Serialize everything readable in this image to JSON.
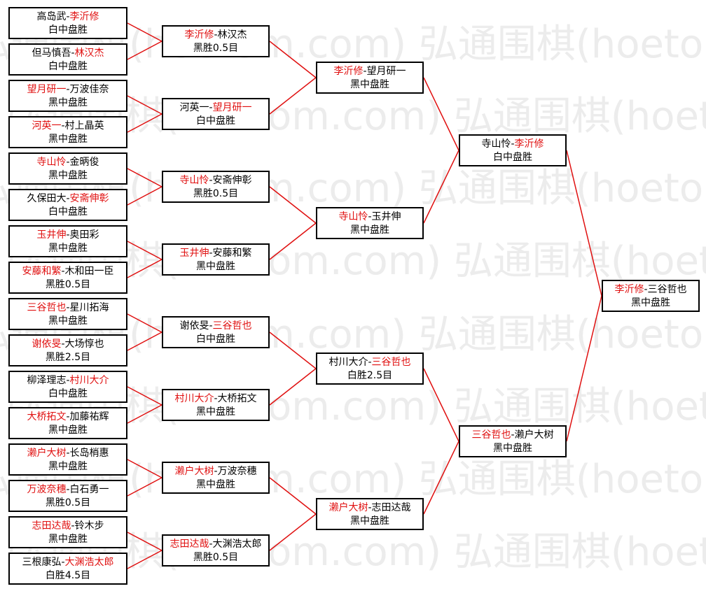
{
  "watermark": "弘通围棋(hoetom.com)",
  "colors": {
    "winner": "#e01010",
    "text": "#000000",
    "connector": "#e01010",
    "border": "#000000"
  },
  "rounds": [
    [
      {
        "p1": "高岛武",
        "p2": "李沂修",
        "winner": 2,
        "result": "白中盘胜"
      },
      {
        "p1": "但马慎吾",
        "p2": "林汉杰",
        "winner": 2,
        "result": "白中盘胜"
      },
      {
        "p1": "望月研一",
        "p2": "万波佳奈",
        "winner": 1,
        "result": "黑中盘胜"
      },
      {
        "p1": "河英一",
        "p2": "村上晶英",
        "winner": 1,
        "result": "黑中盘胜"
      },
      {
        "p1": "寺山怜",
        "p2": "金昞俊",
        "winner": 1,
        "result": "黑中盘胜"
      },
      {
        "p1": "久保田大",
        "p2": "安斋伸彰",
        "winner": 2,
        "result": "白中盘胜"
      },
      {
        "p1": "玉井伸",
        "p2": "奥田彩",
        "winner": 1,
        "result": "黑中盘胜"
      },
      {
        "p1": "安藤和繁",
        "p2": "木和田一臣",
        "winner": 1,
        "result": "黑胜0.5目"
      },
      {
        "p1": "三谷哲也",
        "p2": "星川拓海",
        "winner": 1,
        "result": "黑中盘胜"
      },
      {
        "p1": "谢依旻",
        "p2": "大场惇也",
        "winner": 1,
        "result": "黑胜2.5目"
      },
      {
        "p1": "柳泽理志",
        "p2": "村川大介",
        "winner": 2,
        "result": "白中盘胜"
      },
      {
        "p1": "大桥拓文",
        "p2": "加藤祐辉",
        "winner": 1,
        "result": "黑中盘胜"
      },
      {
        "p1": "濑户大树",
        "p2": "长岛梢惠",
        "winner": 1,
        "result": "黑中盘胜"
      },
      {
        "p1": "万波奈穗",
        "p2": "白石勇一",
        "winner": 1,
        "result": "黑胜0.5目"
      },
      {
        "p1": "志田达哉",
        "p2": "铃木步",
        "winner": 1,
        "result": "黑中盘胜"
      },
      {
        "p1": "三根康弘",
        "p2": "大渊浩太郎",
        "winner": 2,
        "result": "白胜4.5目"
      }
    ],
    [
      {
        "p1": "李沂修",
        "p2": "林汉杰",
        "winner": 1,
        "result": "黑胜0.5目"
      },
      {
        "p1": "河英一",
        "p2": "望月研一",
        "winner": 2,
        "result": "白中盘胜"
      },
      {
        "p1": "寺山怜",
        "p2": "安斋伸彰",
        "winner": 1,
        "result": "黑胜0.5目"
      },
      {
        "p1": "玉井伸",
        "p2": "安藤和繁",
        "winner": 1,
        "result": "黑中盘胜"
      },
      {
        "p1": "谢依旻",
        "p2": "三谷哲也",
        "winner": 2,
        "result": "白中盘胜"
      },
      {
        "p1": "村川大介",
        "p2": "大桥拓文",
        "winner": 1,
        "result": "黑中盘胜"
      },
      {
        "p1": "濑户大树",
        "p2": "万波奈穗",
        "winner": 1,
        "result": "黑中盘胜"
      },
      {
        "p1": "志田达哉",
        "p2": "大渊浩太郎",
        "winner": 1,
        "result": "黑胜0.5目"
      }
    ],
    [
      {
        "p1": "李沂修",
        "p2": "望月研一",
        "winner": 1,
        "result": "黑中盘胜"
      },
      {
        "p1": "寺山怜",
        "p2": "玉井伸",
        "winner": 1,
        "result": "黑中盘胜"
      },
      {
        "p1": "村川大介",
        "p2": "三谷哲也",
        "winner": 2,
        "result": "白胜2.5目"
      },
      {
        "p1": "濑户大树",
        "p2": "志田达哉",
        "winner": 1,
        "result": "黑中盘胜"
      }
    ],
    [
      {
        "p1": "寺山怜",
        "p2": "李沂修",
        "winner": 2,
        "result": "白中盘胜"
      },
      {
        "p1": "三谷哲也",
        "p2": "濑户大树",
        "winner": 1,
        "result": "黑中盘胜"
      }
    ],
    [
      {
        "p1": "李沂修",
        "p2": "三谷哲也",
        "winner": 1,
        "result": "黑中盘胜"
      }
    ]
  ]
}
